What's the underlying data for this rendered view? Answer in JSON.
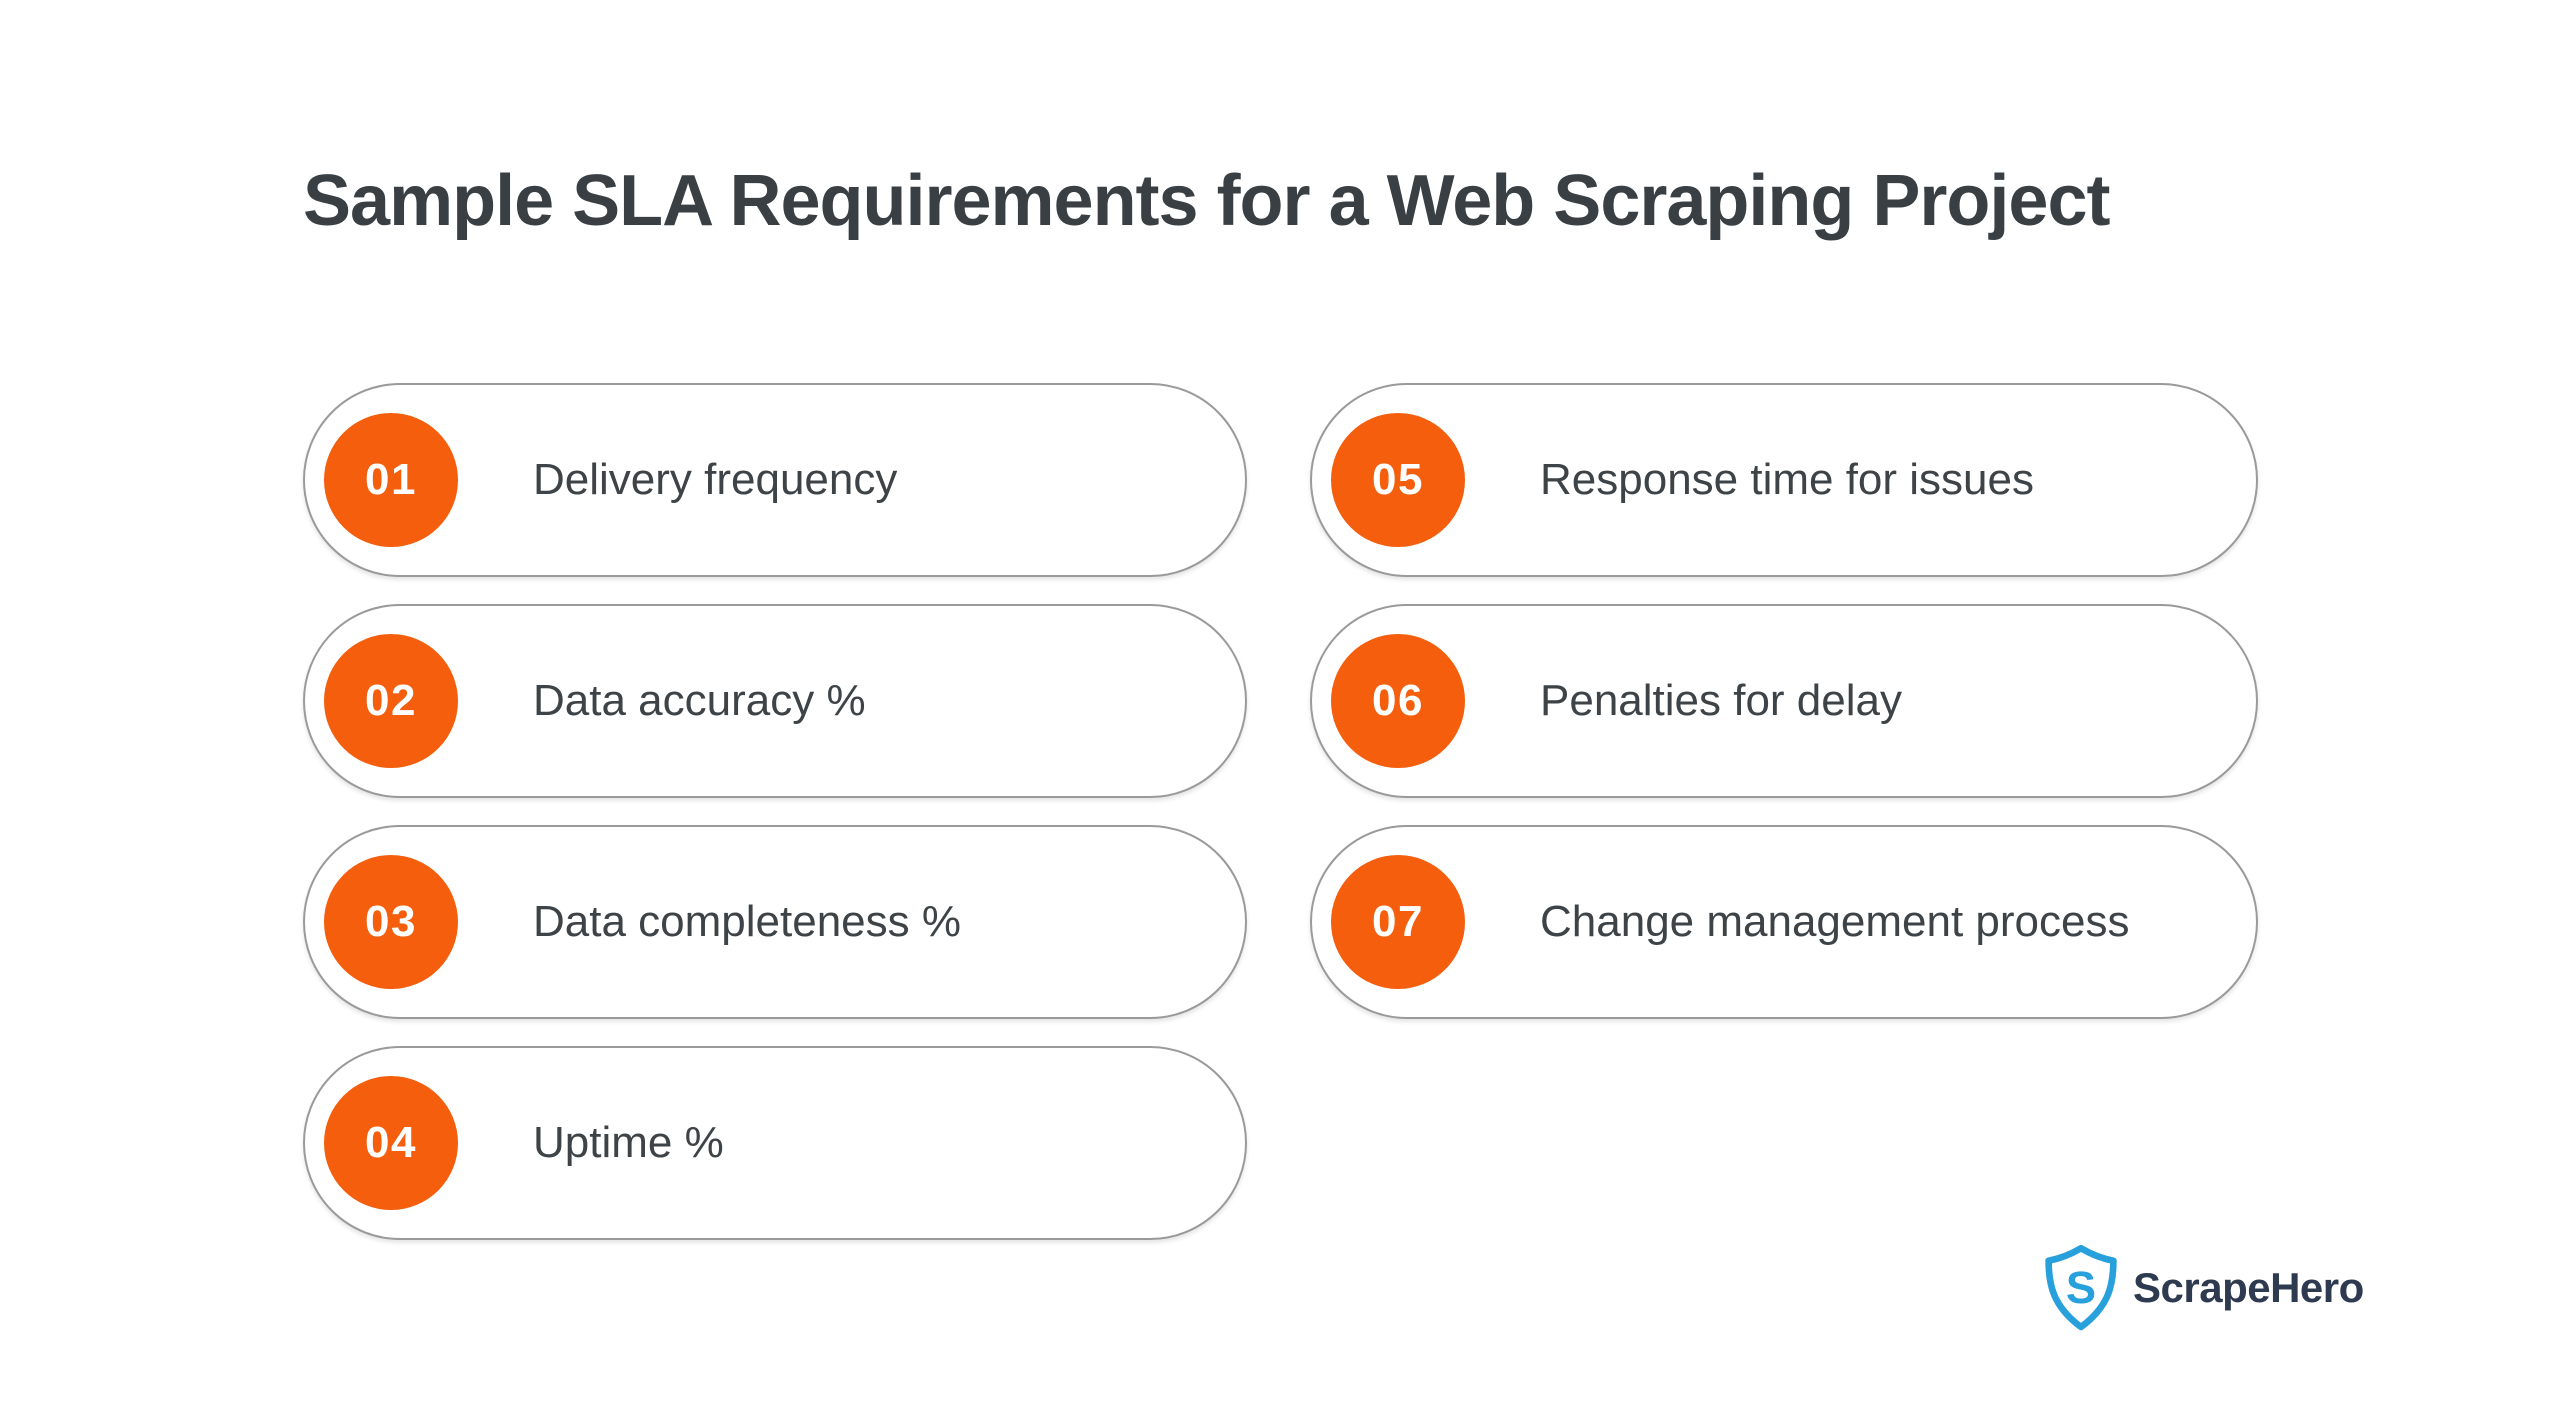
{
  "page": {
    "title": "Sample SLA Requirements for a Web Scraping Project"
  },
  "colors": {
    "background": "#ffffff",
    "accent_orange": "#f45e0c",
    "pill_border": "#9a9a9c",
    "title_text": "#3a3f44",
    "label_text": "#3e4347",
    "brand_navy": "#2e3a50",
    "brand_blue": "#27a0db"
  },
  "items": [
    {
      "number": "01",
      "label": "Delivery frequency"
    },
    {
      "number": "02",
      "label": "Data accuracy %"
    },
    {
      "number": "03",
      "label": "Data completeness %"
    },
    {
      "number": "04",
      "label": "Uptime %"
    },
    {
      "number": "05",
      "label": "Response time for issues"
    },
    {
      "number": "06",
      "label": "Penalties for delay"
    },
    {
      "number": "07",
      "label": "Change management process"
    }
  ],
  "logo": {
    "name": "ScrapeHero",
    "icon": "scrapehero-shield-icon",
    "shield_letter": "S"
  }
}
